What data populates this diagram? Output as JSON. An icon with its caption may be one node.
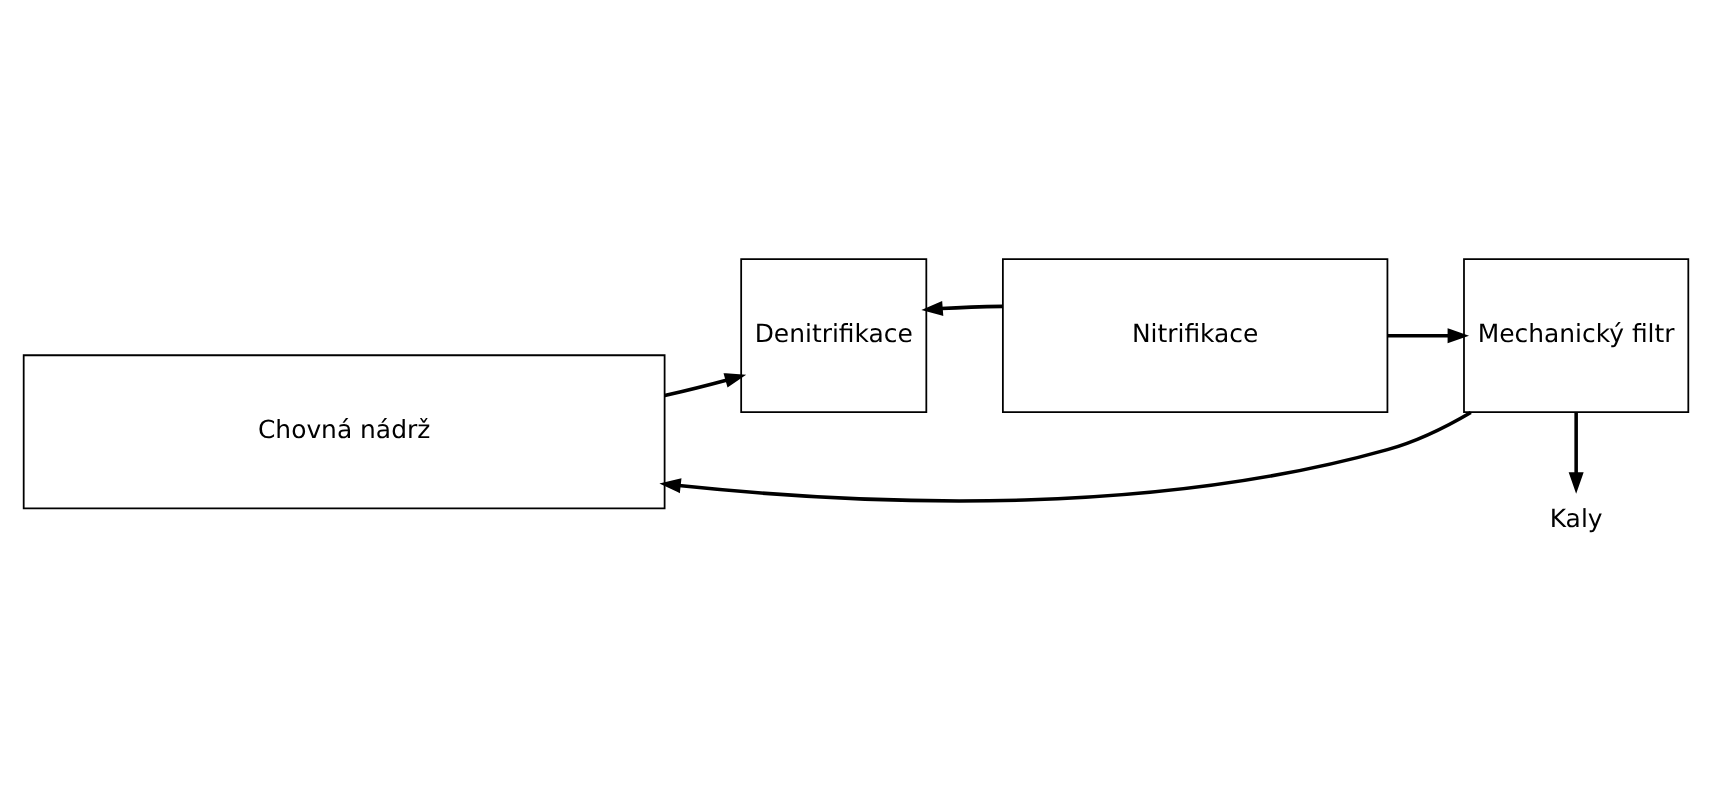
{
  "diagram": {
    "nodes": [
      {
        "text": [
          "Chovná nádrž"
        ]
      },
      {
        "text": [
          "Denitrifikace"
        ]
      },
      {
        "text": [
          "Nitrifikace"
        ]
      },
      {
        "text": [
          "Mechanický filtr"
        ]
      },
      {
        "text": [
          "Kaly"
        ]
      }
    ],
    "edges": [
      {
        "from": 0,
        "to": 1,
        "arrow": "to"
      },
      {
        "from": 2,
        "to": 1,
        "arrow": "to"
      },
      {
        "from": 2,
        "to": 3,
        "arrow": "to"
      },
      {
        "from": 3,
        "to": 0,
        "arrow": "to"
      },
      {
        "from": 3,
        "to": 4,
        "arrow": "to"
      }
    ]
  }
}
